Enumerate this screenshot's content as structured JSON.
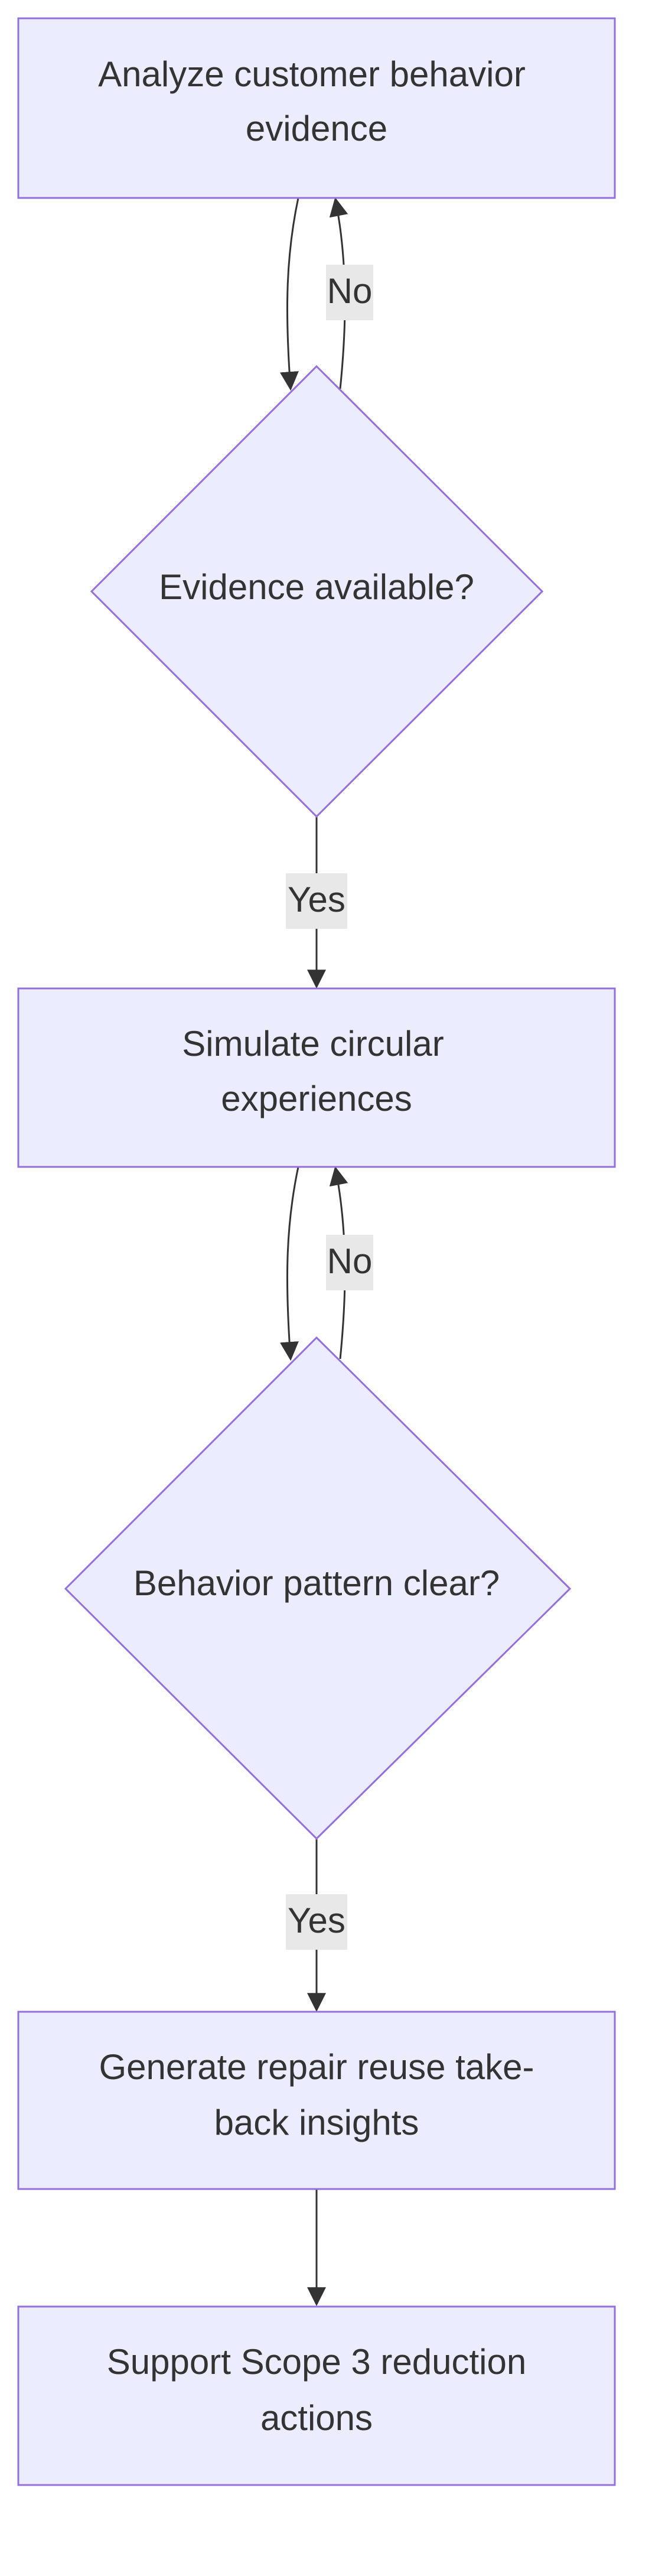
{
  "diagram": {
    "colors": {
      "node_fill": "#ECECFF",
      "node_stroke": "#9370DB",
      "edge": "#333333",
      "label_bg": "#E8E8E8",
      "text": "#333333"
    },
    "nodes": {
      "analyze": {
        "shape": "rectangle",
        "line1": "Analyze customer behavior",
        "line2": "evidence"
      },
      "evidence_check": {
        "shape": "diamond",
        "text": "Evidence available?"
      },
      "simulate": {
        "shape": "rectangle",
        "line1": "Simulate circular",
        "line2": "experiences"
      },
      "pattern_check": {
        "shape": "diamond",
        "text": "Behavior pattern clear?"
      },
      "generate": {
        "shape": "rectangle",
        "line1": "Generate repair reuse take-",
        "line2": "back insights"
      },
      "support": {
        "shape": "rectangle",
        "line1": "Support Scope 3 reduction",
        "line2": "actions"
      }
    },
    "edges": [
      {
        "from": "analyze",
        "to": "evidence_check",
        "label": ""
      },
      {
        "from": "evidence_check",
        "to": "analyze",
        "label": "No"
      },
      {
        "from": "evidence_check",
        "to": "simulate",
        "label": "Yes"
      },
      {
        "from": "simulate",
        "to": "pattern_check",
        "label": ""
      },
      {
        "from": "pattern_check",
        "to": "simulate",
        "label": "No"
      },
      {
        "from": "pattern_check",
        "to": "generate",
        "label": "Yes"
      },
      {
        "from": "generate",
        "to": "support",
        "label": ""
      }
    ]
  }
}
